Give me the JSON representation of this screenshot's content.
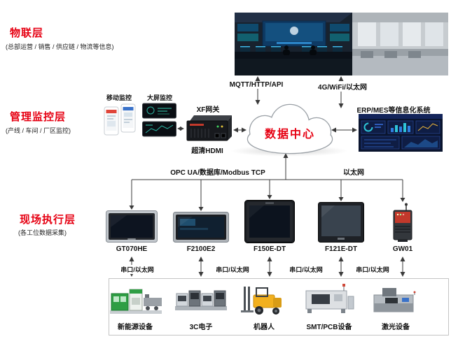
{
  "colors": {
    "accent_red": "#e60012",
    "line": "#3a3a3a"
  },
  "layers": [
    {
      "title": "物联层",
      "subtitle": "(总部运营 / 销售 / 供应链 / 物流等信息)"
    },
    {
      "title": "管理监控层",
      "subtitle": "(产线 / 车间 / 厂区监控)"
    },
    {
      "title": "现场执行层",
      "subtitle": "(各工位数据采集)"
    }
  ],
  "cloud": {
    "label": "数据中心"
  },
  "monitoring": {
    "mobile": "移动监控",
    "big_screen": "大屏监控",
    "gateway": "XF网关",
    "hdmi": "超清HDMI",
    "erp": "ERP/MES等信息化系统"
  },
  "links": {
    "mqtt": "MQTT/HTTP/API",
    "wireless": "4G/WiFi/以太网",
    "opc": "OPC UA/数据库/Modbus TCP",
    "ethernet": "以太网",
    "serial": [
      "串口/以太网",
      "串口/以太网",
      "串口/以太网",
      "串口/以太网"
    ]
  },
  "devices": [
    {
      "label": "GT070HE"
    },
    {
      "label": "F2100E2"
    },
    {
      "label": "F150E-DT"
    },
    {
      "label": "F121E-DT"
    },
    {
      "label": "GW01"
    }
  ],
  "equipment": [
    {
      "label": "新能源设备"
    },
    {
      "label": "3C电子"
    },
    {
      "label": "机器人"
    },
    {
      "label": "SMT/PCB设备"
    },
    {
      "label": "激光设备"
    }
  ]
}
